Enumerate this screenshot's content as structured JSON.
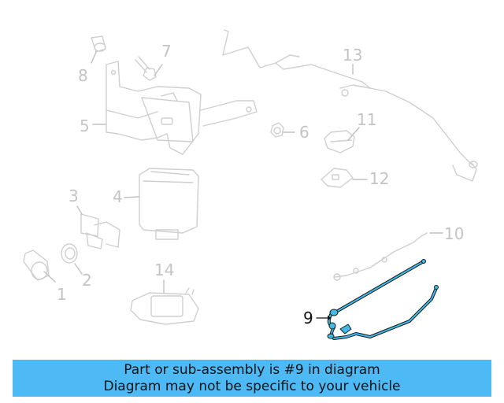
{
  "diagram": {
    "highlight_color": "#3fb9e6",
    "ghost_color": "#c8c8c8",
    "callouts": [
      {
        "id": "1",
        "label": "1"
      },
      {
        "id": "2",
        "label": "2"
      },
      {
        "id": "3",
        "label": "3"
      },
      {
        "id": "4",
        "label": "4"
      },
      {
        "id": "5",
        "label": "5"
      },
      {
        "id": "6",
        "label": "6"
      },
      {
        "id": "7",
        "label": "7"
      },
      {
        "id": "8",
        "label": "8"
      },
      {
        "id": "9",
        "label": "9"
      },
      {
        "id": "10",
        "label": "10"
      },
      {
        "id": "11",
        "label": "11"
      },
      {
        "id": "12",
        "label": "12"
      },
      {
        "id": "13",
        "label": "13"
      },
      {
        "id": "14",
        "label": "14"
      }
    ],
    "highlighted_part": "9"
  },
  "banner": {
    "line1": "Part or sub-assembly is #9 in diagram",
    "line2": "Diagram may not be specific to your vehicle",
    "background": "#4dbaf5"
  }
}
